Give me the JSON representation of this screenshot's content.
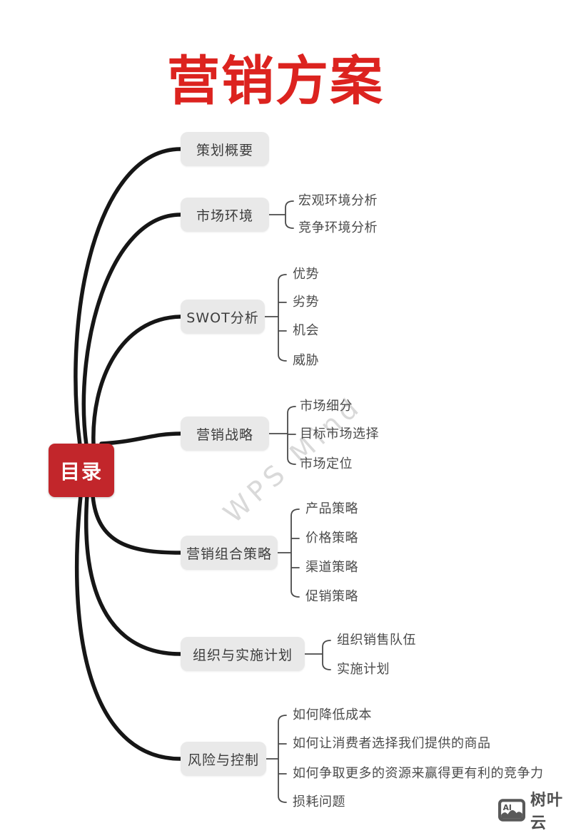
{
  "title": "营销方案",
  "root": "目录",
  "branches": [
    {
      "label": "策划概要",
      "children": []
    },
    {
      "label": "市场环境",
      "children": [
        "宏观环境分析",
        "竞争环境分析"
      ]
    },
    {
      "label": "SWOT分析",
      "children": [
        "优势",
        "劣势",
        "机会",
        "威胁"
      ]
    },
    {
      "label": "营销战略",
      "children": [
        "市场细分",
        "目标市场选择",
        "市场定位"
      ]
    },
    {
      "label": "营销组合策略",
      "children": [
        "产品策略",
        "价格策略",
        "渠道策略",
        "促销策略"
      ]
    },
    {
      "label": "组织与实施计划",
      "children": [
        "组织销售队伍",
        "实施计划"
      ]
    },
    {
      "label": "风险与控制",
      "children": [
        "如何降低成本",
        "如何让消费者选择我们提供的商品",
        "如何争取更多的资源来赢得更有利的竞争力",
        "损耗问题"
      ]
    }
  ],
  "watermark": "WPS Mind",
  "brand": {
    "logo": "AI",
    "name": "树叶云"
  },
  "colors": {
    "title_red": "#dc231f",
    "root_red": "#c2262b",
    "branch_bg": "#e9e9e9",
    "line_black": "#161616",
    "sub_line_gray": "#4a4a4a",
    "text_dark": "#3d3d3d"
  }
}
